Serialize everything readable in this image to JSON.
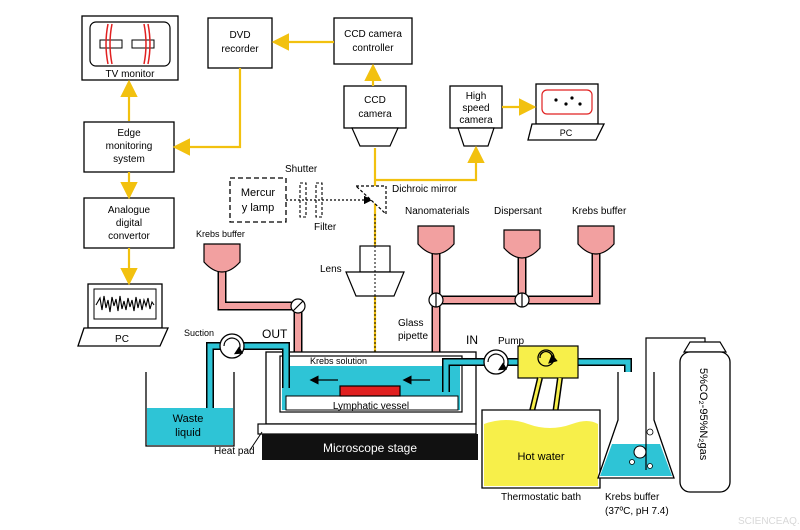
{
  "labels": {
    "tv_monitor": "TV monitor",
    "dvd_recorder": "DVD recorder",
    "ccd_controller": "CCD camera controller",
    "ccd_camera": "CCD camera",
    "high_speed_camera": "High speed camera",
    "pc_top": "PC",
    "edge_monitoring": "Edge monitoring system",
    "analogue_convertor": "Analogue digital convertor",
    "pc_left": "PC",
    "shutter": "Shutter",
    "mercury_lamp_1": "Mercur",
    "mercury_lamp_2": "y lamp",
    "filter": "Filter",
    "dichroic_mirror": "Dichroic mirror",
    "nanomaterials": "Nanomaterials",
    "dispersant": "Dispersant",
    "krebs_buffer_top": "Krebs buffer",
    "krebs_buffer_left": "Krebs buffer",
    "lens": "Lens",
    "glass_pipette_1": "Glass",
    "glass_pipette_2": "pipette",
    "suction": "Suction",
    "out": "OUT",
    "in": "IN",
    "pump": "Pump",
    "krebs_solution": "Krebs solution",
    "lymphatic_vessel": "Lymphatic vessel",
    "waste_liquid_1": "Waste",
    "waste_liquid_2": "liquid",
    "heat_pad": "Heat pad",
    "microscope_stage": "Microscope stage",
    "hot_water": "Hot water",
    "thermostatic_bath": "Thermostatic bath",
    "krebs_buffer_bottom_1": "Krebs buffer",
    "krebs_buffer_bottom_2": "(37ºC, pH 7.4)",
    "gas": "5%CO₂-95%N₂gas",
    "watermark": "SCIENCEAQ.COM"
  },
  "colors": {
    "yellow_line": "#f2c10f",
    "pink": "#f2a0a0",
    "cyan": "#2ec4d6",
    "hot_water": "#f7ef4a",
    "vessel": "#e02020",
    "stage": "#111111"
  }
}
